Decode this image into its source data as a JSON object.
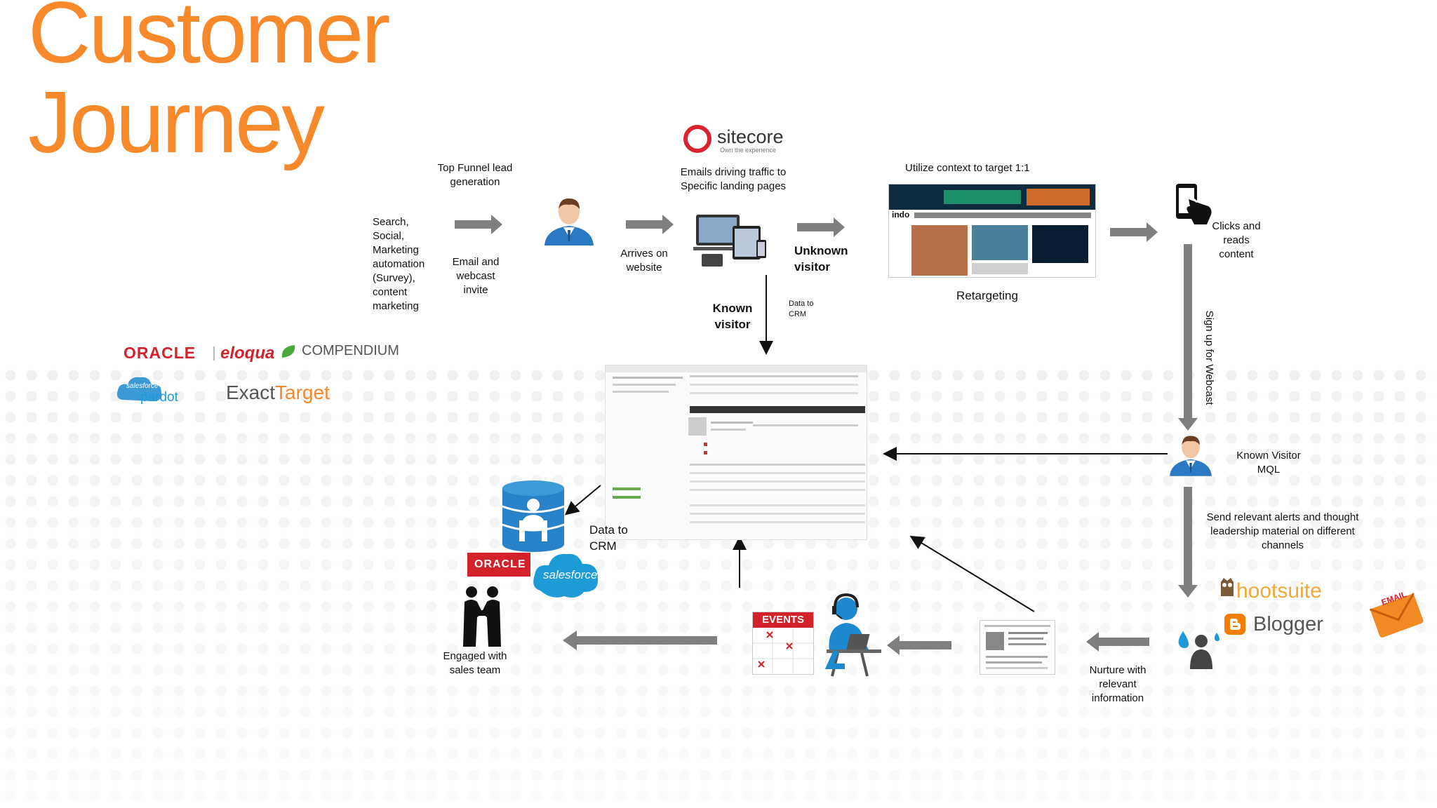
{
  "title": {
    "line1": "Customer",
    "line2": "Journey"
  },
  "colors": {
    "title": "#f7892b",
    "arrow": "#7f7f7f",
    "oracle_red": "#d3222a",
    "salesforce_blue": "#1d9bd7"
  },
  "labels": {
    "sources": "Search, Social, Marketing automation (Survey), content marketing",
    "top_funnel": "Top Funnel lead generation",
    "email_invite": "Email and webcast invite",
    "arrives": "Arrives on website",
    "emails_traffic": "Emails driving traffic to Specific landing pages",
    "unknown_visitor": "Unknown visitor",
    "known_visitor": "Known visitor",
    "data_to_crm_small": "Data to CRM",
    "utilize_context": "Utilize context to target 1:1",
    "retargeting": "Retargeting",
    "clicks_reads": "Clicks and reads content",
    "sign_up_webcast": "Sign up for Webcast",
    "known_visitor_mql": "Known Visitor MQL",
    "send_alerts": "Send relevant alerts and thought leadership material on different channels",
    "nurture": "Nurture with relevant information",
    "data_to_crm": "Data to CRM",
    "engaged_sales": "Engaged with sales team",
    "events_badge": "EVENTS"
  },
  "logos": {
    "sitecore": "sitecore",
    "sitecore_tag": "Own the experience",
    "oracle": "ORACLE",
    "eloqua": "eloqua",
    "compendium": "COMPENDIUM",
    "salesforce_small": "salesforce",
    "pardot": "pardot",
    "exact": "Exact",
    "target": "Target",
    "oracle_crm": "ORACLE",
    "salesforce_crm": "salesforce",
    "hootsuite": "hootsuite",
    "blogger": "Blogger",
    "email_badge": "EMAIL",
    "indo_site": "indo"
  },
  "icons": [
    "person-avatar-icon",
    "devices-icon",
    "touch-phone-icon",
    "database-icon",
    "handshake-icon",
    "events-calendar-icon",
    "call-agent-icon",
    "newsletter-icon",
    "social-channels-icon",
    "email-envelope-icon"
  ]
}
